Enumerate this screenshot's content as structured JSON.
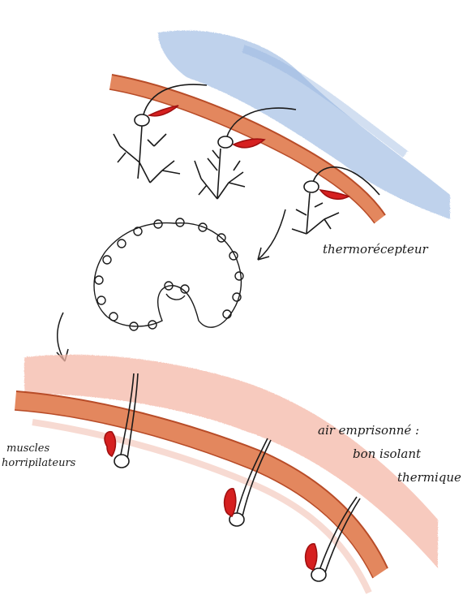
{
  "labels": {
    "thermoreceptor": "thermorécepteur",
    "muscles_line1": "muscles",
    "muscles_line2": "horripilateurs",
    "air_line1": "air emprisonné :",
    "air_line2": "bon isolant",
    "air_line3": "thermique"
  },
  "colors": {
    "cold_air": "#a9c3e6",
    "skin_band": "#e07a4c",
    "skin_line": "#b84c28",
    "warm_air": "#f4b8a8",
    "muscle": "#d62020",
    "ink": "#1a1a1a"
  },
  "icons": {
    "arrow_top": "curved-arrow-icon",
    "arrow_left": "curved-arrow-icon"
  }
}
